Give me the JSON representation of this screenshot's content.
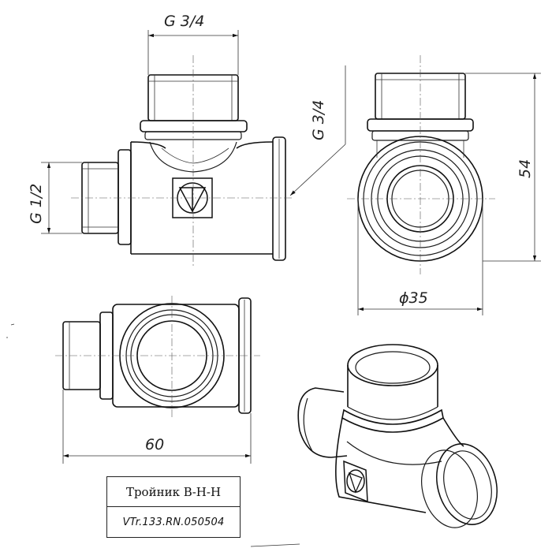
{
  "dimensions": {
    "top_thread": "G 3/4",
    "side_thread": "G 3/4",
    "branch_thread": "G 1/2",
    "height": "54",
    "diameter": "ϕ35",
    "length": "60"
  },
  "title_block": {
    "name": "Тройник В-Н-Н",
    "code": "VTr.133.RN.050504"
  }
}
